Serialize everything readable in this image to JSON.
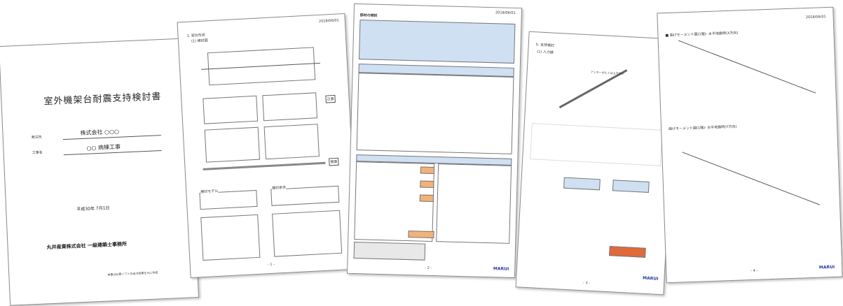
{
  "cover": {
    "title": "室外機架台耐震支持検討書",
    "client_label": "発注先",
    "client": "株式会社 ○○○",
    "project_label": "工事名",
    "project": "○○ 病棟工事",
    "date": "平成30年 7月1日",
    "company": "丸井産業株式会社 一級建築士事務所",
    "note": "本書は計算ソフトの出力結果を元に作成"
  },
  "sheet2": {
    "date": "2018/06/01",
    "heading": "1. 架台形状",
    "sub": "(1) 検討図",
    "label_elev": "正面",
    "label_side": "側面",
    "box1": "検討モデル",
    "box2": "検討条件",
    "page": "- 1 -"
  },
  "sheet3": {
    "date": "2018/06/01",
    "heading": "部材の検討",
    "page": "- 2 -",
    "logo": "MARUI"
  },
  "sheet4": {
    "heading": "5. 支持検討",
    "sub": "(1) 入力値",
    "label1": "アンカーボルトは上方向き",
    "page": "- 3 -",
    "logo": "MARUI"
  },
  "sheet5": {
    "date": "2018/06/01",
    "line1": "■ 曲げモーメント図(1階)- 水平地震時(X方向)",
    "line2": "曲げモーメント図(1階)- 水平地震時(Y方向)",
    "page": "- 4 -",
    "logo": "MARUI"
  }
}
